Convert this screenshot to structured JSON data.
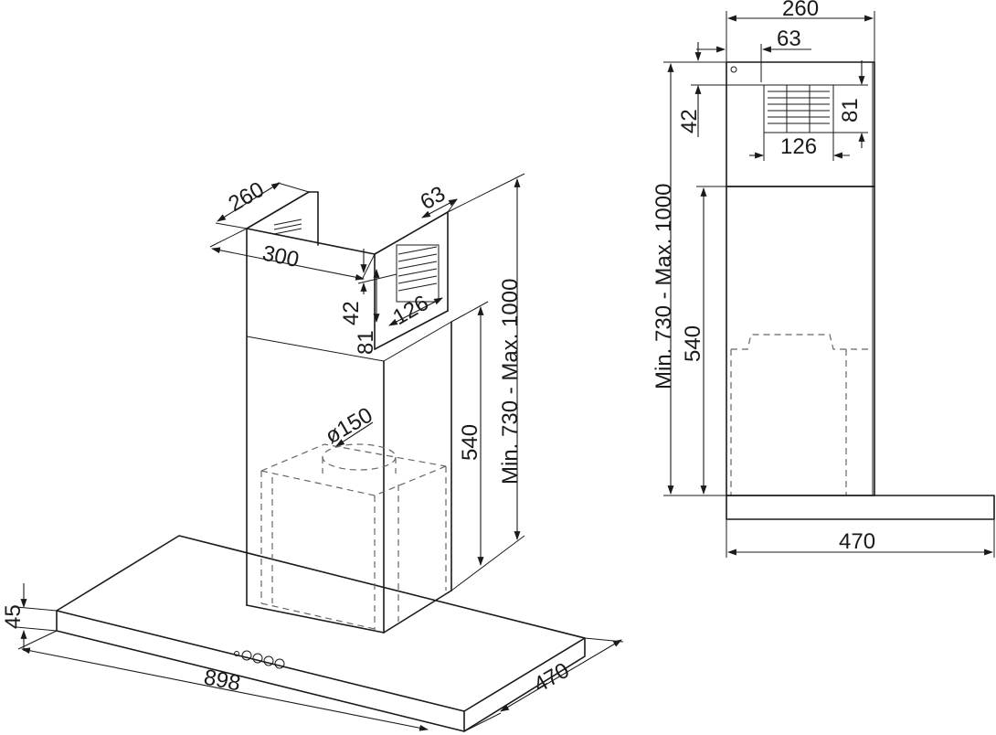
{
  "iso_view": {
    "chimney_depth": "260",
    "chimney_width": "300",
    "outlet_offset": "63",
    "vent_gap": "42",
    "vent_height": "81",
    "vent_width": "126",
    "duct_diameter": "ø150",
    "chimney_range": "Min. 730 - Max. 1000",
    "lower_chimney": "540",
    "canopy_height": "45",
    "canopy_width": "898",
    "canopy_depth": "470"
  },
  "side_view": {
    "chimney_depth": "260",
    "outlet_offset": "63",
    "vent_gap": "42",
    "vent_height": "81",
    "vent_width": "126",
    "chimney_range": "Min. 730 - Max. 1000",
    "lower_chimney": "540",
    "canopy_depth": "470"
  }
}
